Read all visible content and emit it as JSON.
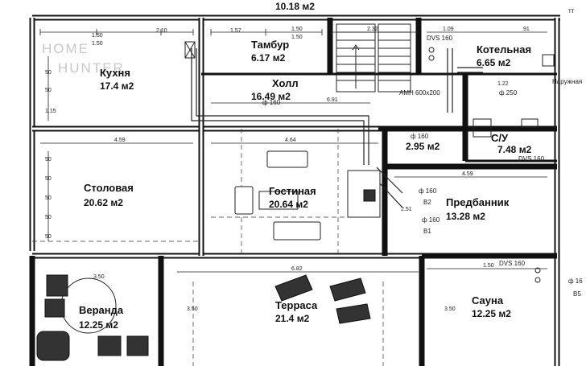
{
  "watermark": {
    "line1": "HOME",
    "line2": "HUNTER"
  },
  "rooms": [
    {
      "id": "hall-top",
      "name": "",
      "area": "10.18 м2"
    },
    {
      "id": "kitchen",
      "name": "Кухня",
      "area": "17.4 м2"
    },
    {
      "id": "vestibule",
      "name": "Тамбур",
      "area": "6.17 м2"
    },
    {
      "id": "hall",
      "name": "Холл",
      "area": "16.49 м2"
    },
    {
      "id": "boiler",
      "name": "Котельная",
      "area": "6.65 м2"
    },
    {
      "id": "wc",
      "name": "С/У",
      "area": "7.48 м2"
    },
    {
      "id": "small-room",
      "name": "",
      "area": "2.95 м2"
    },
    {
      "id": "dining",
      "name": "Столовая",
      "area": "20.62 м2"
    },
    {
      "id": "living",
      "name": "Гостиная",
      "area": "20.64 м2"
    },
    {
      "id": "pre-bath",
      "name": "Предбанник",
      "area": "13.28 м2"
    },
    {
      "id": "veranda",
      "name": "Веранда",
      "area": "12.25 м2"
    },
    {
      "id": "terrace",
      "name": "Терраса",
      "area": "21.4 м2"
    },
    {
      "id": "sauna",
      "name": "Сауна",
      "area": "12.25 м2"
    }
  ],
  "annotations": {
    "dvs_top": "DVS 160",
    "dvs_right": "DVS 160",
    "dvs_sauna": "DVS 160",
    "amn": "АМН 600х200",
    "naruzhnaya": "Наружная",
    "d160_hall": "ф 160",
    "d250": "ф 250",
    "d160_small": "ф 160",
    "d160_b2": "ф 160",
    "b2": "B2",
    "d160_b1": "ф 160",
    "b1": "B1",
    "d16_b5": "ф 16",
    "b5": "B5",
    "tt": "тт"
  },
  "dimensions": {
    "d_1_50a": "1.50",
    "d_2_10": "2.10",
    "d_1_50b": "1.50",
    "d_1_57": "1.57",
    "d_1_50c": "1.50",
    "d_1_50d": "1.50",
    "d_2_32": "2.32",
    "d_1_09": "1.09",
    "d_91": "91",
    "d_6_91": "6.91",
    "d_1_22": "1.22",
    "d_4_59a": "4.59",
    "d_4_64": "4.64",
    "d_4_59b": "4.59",
    "d_6_82": "6.82",
    "d_3_50a": "3.50",
    "d_1_50e": "1.50",
    "d_3_50b": "3.50",
    "d_3_50c": "3.50",
    "d_2_51": "2.51",
    "d_1_15": "1.15",
    "d_50a": "50",
    "d_50b": "50",
    "d_50c": "50",
    "d_50d": "50",
    "d_50e": "50",
    "d_50f": "50",
    "d_50g": "50"
  }
}
